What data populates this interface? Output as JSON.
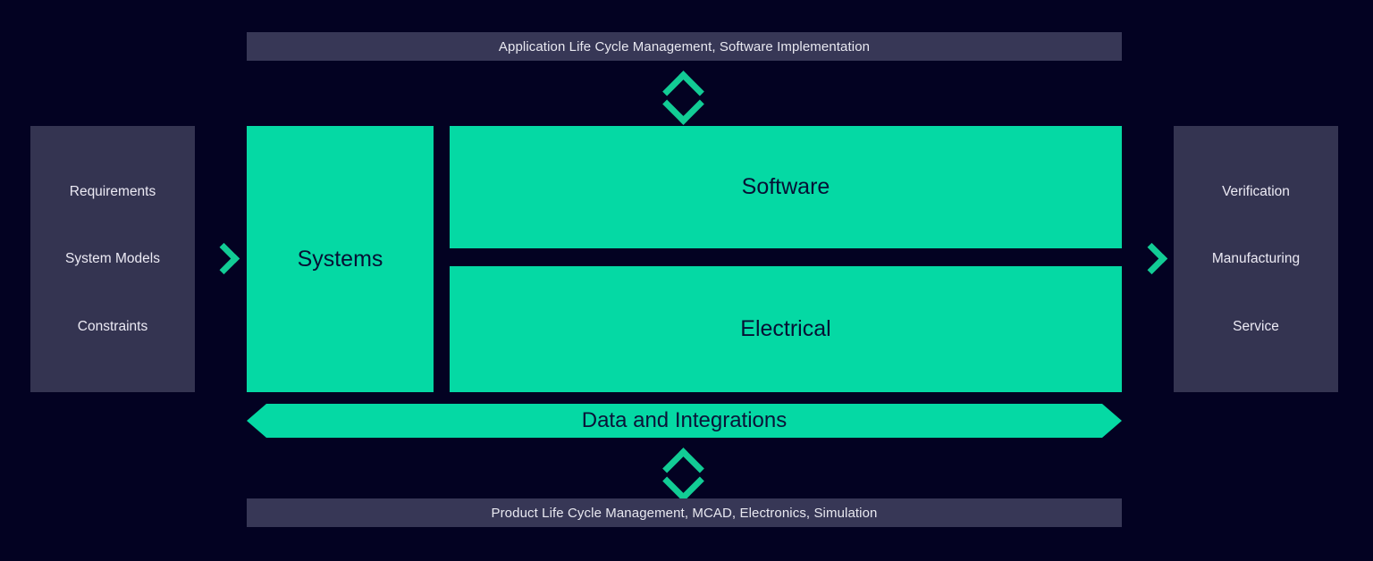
{
  "background_color": "#030222",
  "accent_green": "#05d9a4",
  "panel_color": "#343451",
  "banner_color": "#373756",
  "banners": {
    "top": "Application Life Cycle Management, Software Implementation",
    "bottom": "Product Life Cycle Management, MCAD, Electronics, Simulation"
  },
  "left_panel": {
    "items": [
      {
        "label": "Requirements"
      },
      {
        "label": "System Models"
      },
      {
        "label": "Constraints"
      }
    ]
  },
  "right_panel": {
    "items": [
      {
        "label": "Verification"
      },
      {
        "label": "Manufacturing"
      },
      {
        "label": "Service"
      }
    ]
  },
  "blocks": {
    "systems": "Systems",
    "software": "Software",
    "electrical": "Electrical"
  },
  "data_bar": {
    "label": "Data and Integrations"
  },
  "icons": {
    "arrow_left_to_systems": "chevron-right-icon",
    "arrow_blocks_to_right": "chevron-right-icon",
    "diamond_top": "diamond-connector-icon",
    "diamond_bottom": "diamond-connector-icon"
  }
}
